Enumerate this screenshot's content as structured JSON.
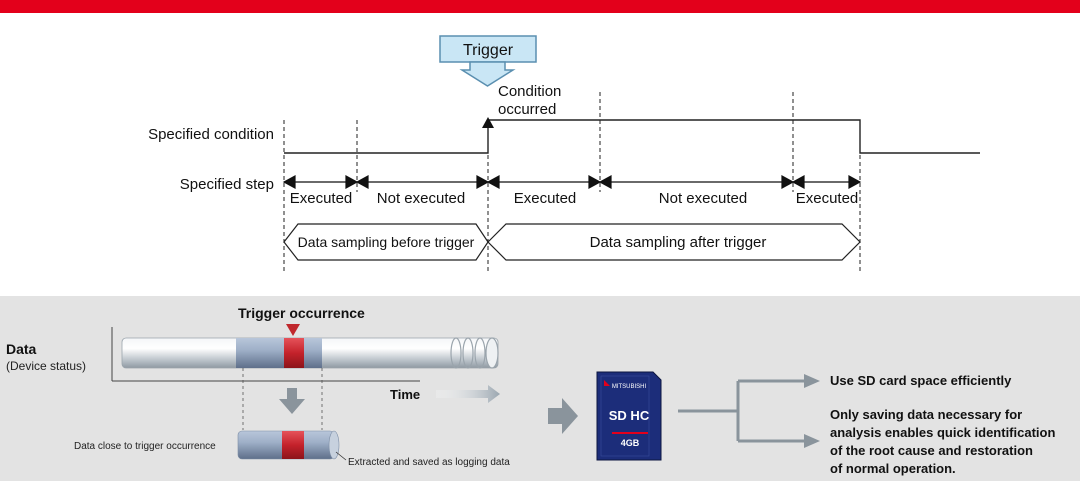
{
  "timing": {
    "trigger_label": "Trigger",
    "condition_label_line1": "Condition",
    "condition_label_line2": "occurred",
    "specified_condition_label": "Specified condition",
    "specified_step_label": "Specified step",
    "step_states": [
      "Executed",
      "Not executed",
      "Executed",
      "Not executed",
      "Executed"
    ],
    "sampling_before": "Data sampling before trigger",
    "sampling_after": "Data sampling after trigger"
  },
  "illustration": {
    "trigger_occurrence": "Trigger occurrence",
    "data_label": "Data",
    "data_sublabel": "(Device status)",
    "time_label": "Time",
    "extracted_caption": "Data close to trigger occurrence",
    "saved_caption": "Extracted and saved as logging data",
    "sd_card": {
      "brand": "MITSUBISHI",
      "type": "SD HC",
      "capacity": "4GB"
    },
    "benefit_1": "Use SD card space efficiently",
    "benefit_2_lines": [
      "Only saving data necessary for",
      "analysis enables quick identification",
      "of the root cause and restoration",
      "of normal operation."
    ]
  },
  "colors": {
    "banner_red": "#e3001b",
    "panel_gray": "#e3e3e3",
    "arrow_gray": "#8a949c",
    "trigger_box": "#c9e6f5",
    "marker_red": "#c0282d",
    "sd_blue": "#1c2d7a"
  }
}
